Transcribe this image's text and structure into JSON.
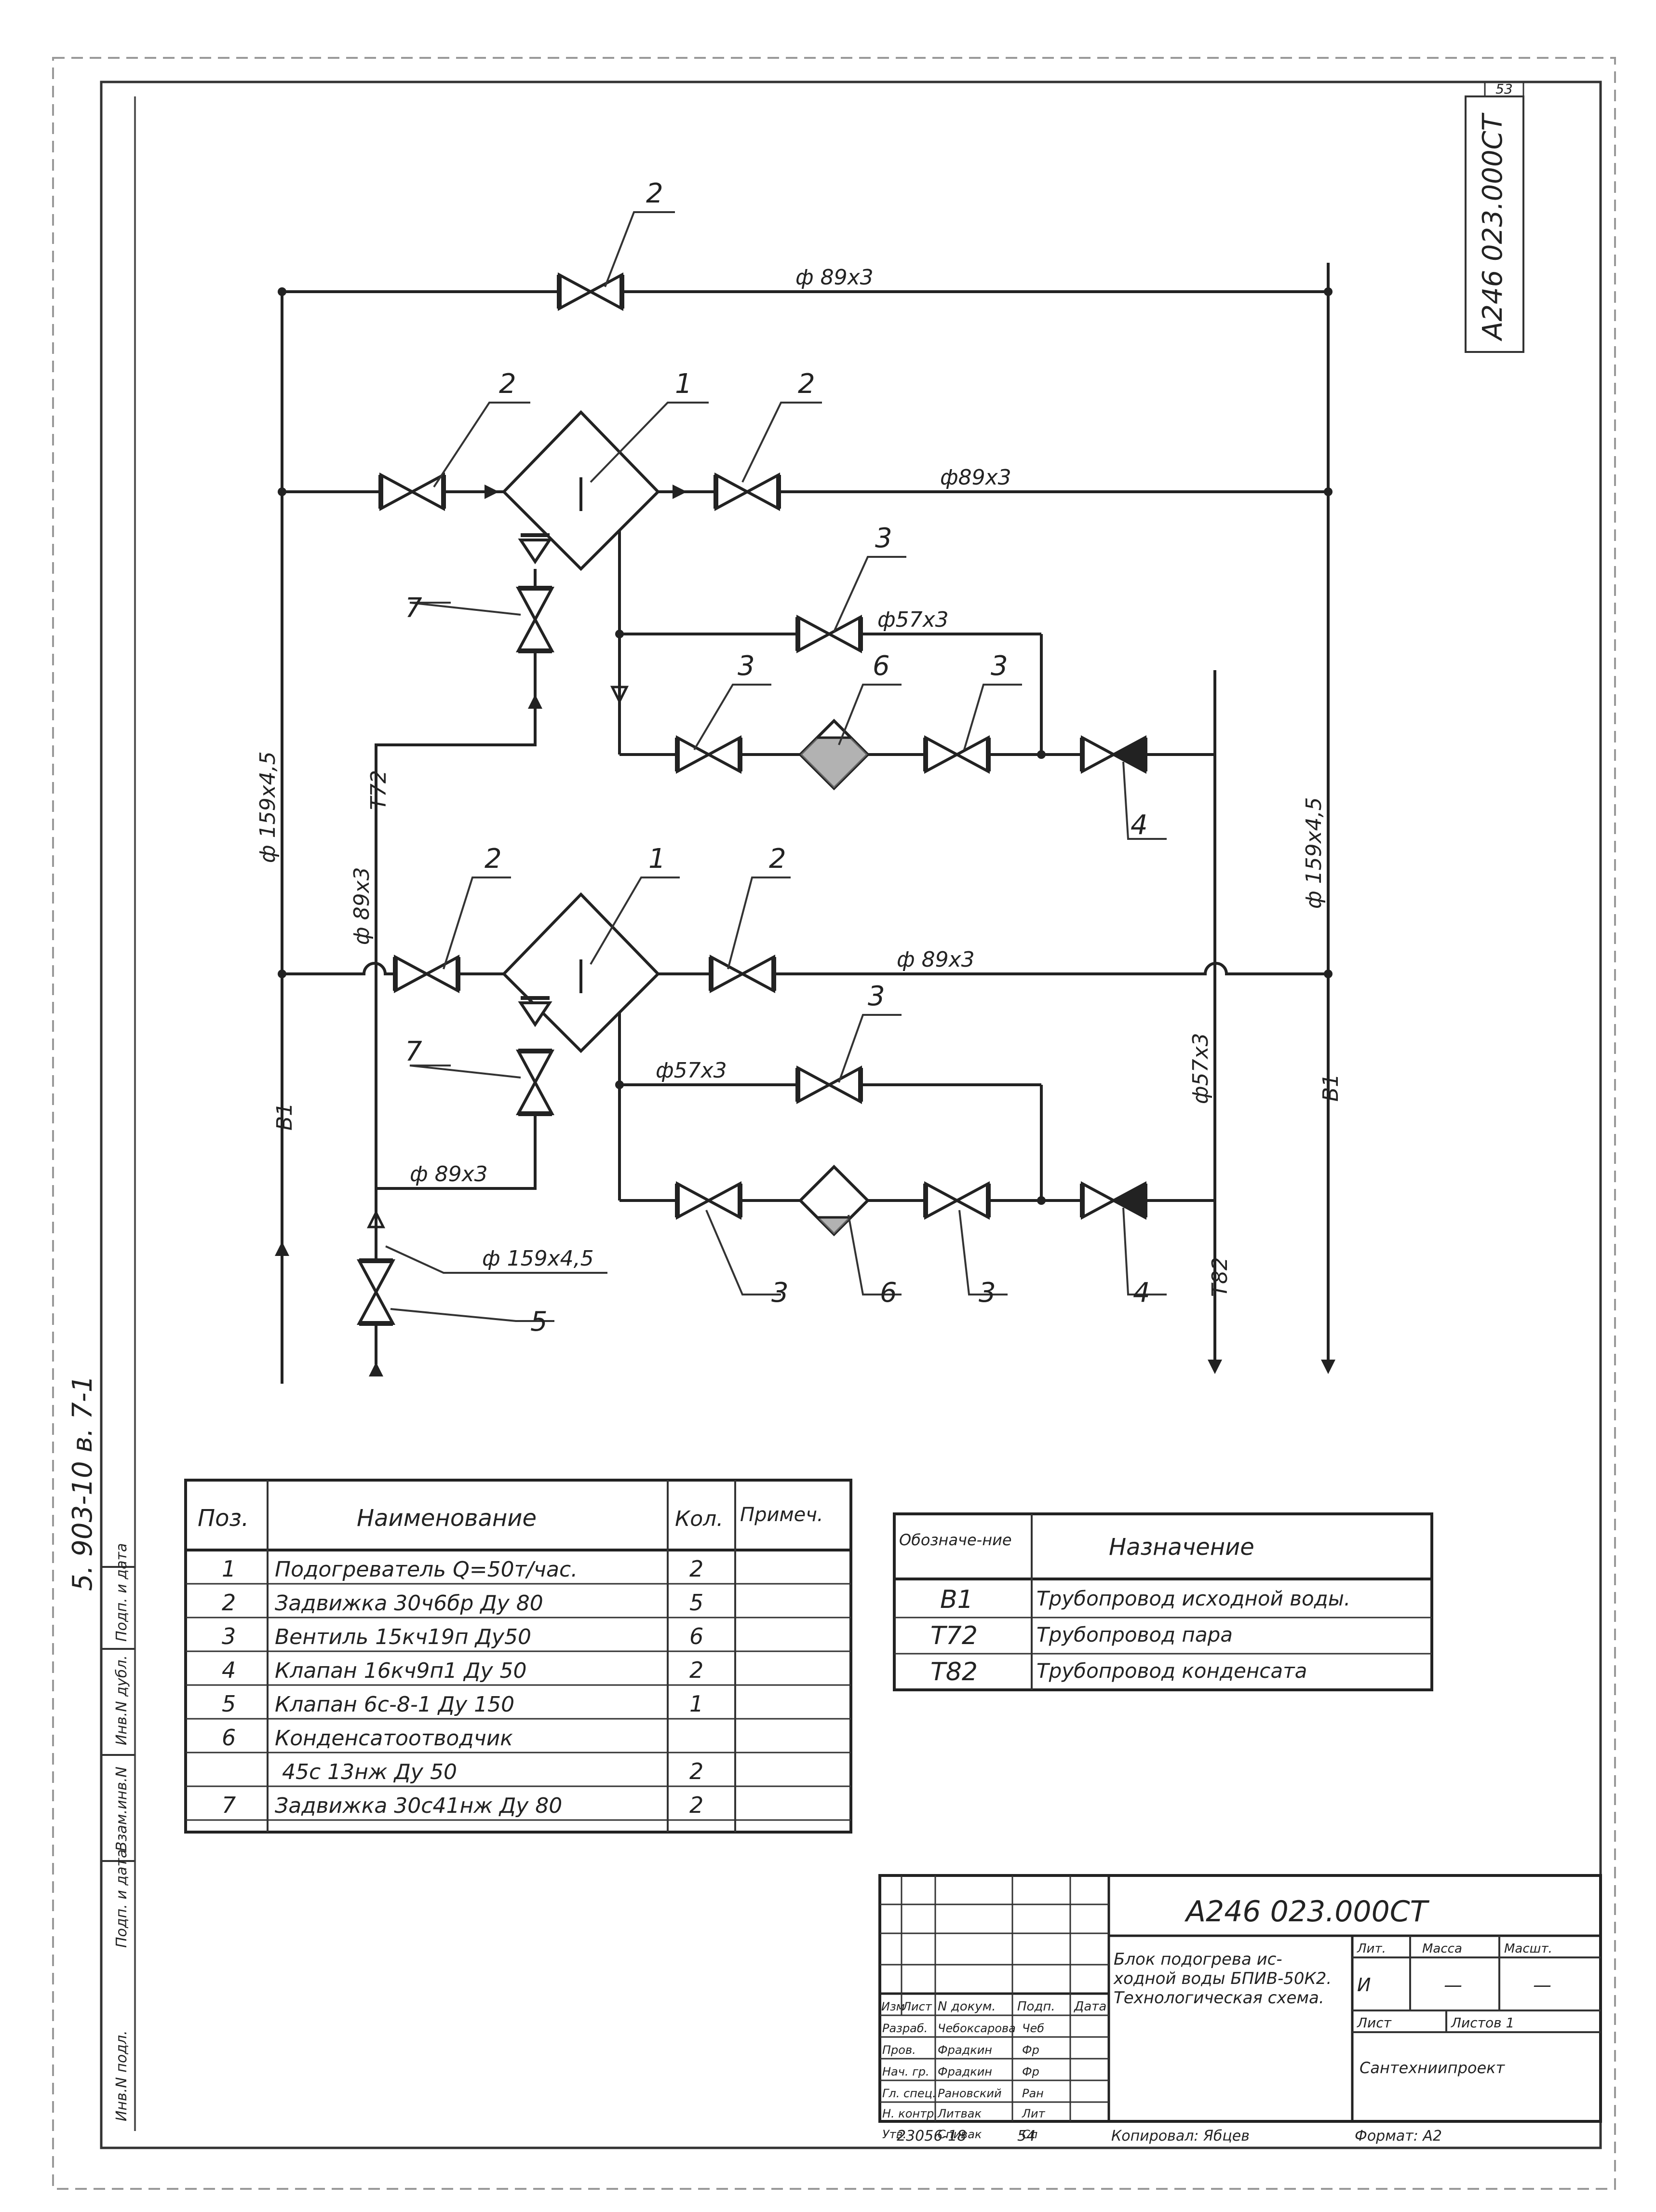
{
  "sheet_number": "53",
  "corner_code": "А246 023.000СТ",
  "left_margin_code": "5. 903-10   в. 7-1",
  "margin_labels": [
    "Инв.N подл.",
    "Подп. и дата",
    "Взам.инв.N",
    "Инв.N дубл.",
    "Подп. и дата"
  ],
  "pipe_labels": {
    "bypass_top": "ф 89х3",
    "hx1_line": "ф89х3",
    "hx1_bypass": "ф57х3",
    "left_main": "ф 159х4,5",
    "right_main": "ф 159х4,5",
    "steam_riser": "Т72",
    "steam_branch": "ф 89х3",
    "hx2_line": "ф 89х3",
    "hx2_bypass": "ф57х3",
    "condensate_riser": "ф57х3",
    "b1_left": "В1",
    "b1_right": "В1",
    "steam_bottom": "ф 89х3",
    "steam_inlet": "ф 159х4,5",
    "t82": "Т82"
  },
  "pos_labels": {
    "p1a": "1",
    "p1b": "1",
    "p2a": "2",
    "p2b": "2",
    "p2c": "2",
    "p2d": "2",
    "p2e": "2",
    "p3a": "3",
    "p3b": "3",
    "p3c": "3",
    "p3d": "3",
    "p3e": "3",
    "p3f": "3",
    "p4a": "4",
    "p4b": "4",
    "p5": "5",
    "p6a": "6",
    "p6b": "6",
    "p7a": "7",
    "p7b": "7"
  },
  "spec_table": {
    "headers": [
      "Поз.",
      "Наименование",
      "Кол.",
      "Примеч."
    ],
    "rows": [
      {
        "pos": "1",
        "name": "Подогреватель Q=50т/час.",
        "qty": "2",
        "note": ""
      },
      {
        "pos": "2",
        "name": "Задвижка 30ч6бр  Ду 80",
        "qty": "5",
        "note": ""
      },
      {
        "pos": "3",
        "name": "Вентиль 15кч19п  Ду50",
        "qty": "6",
        "note": ""
      },
      {
        "pos": "4",
        "name": "Клапан 16кч9п1  Ду 50",
        "qty": "2",
        "note": ""
      },
      {
        "pos": "5",
        "name": "Клапан 6с-8-1  Ду 150",
        "qty": "1",
        "note": ""
      },
      {
        "pos": "6",
        "name": "Конденсатоотводчик",
        "qty": "",
        "note": ""
      },
      {
        "pos": "",
        "name": "45с 13нж  Ду 50",
        "qty": "2",
        "note": ""
      },
      {
        "pos": "7",
        "name": "Задвижка 30с41нж Ду 80",
        "qty": "2",
        "note": ""
      }
    ]
  },
  "legend_table": {
    "headers": [
      "Обозначе-ние",
      "Назначение"
    ],
    "rows": [
      {
        "code": "В1",
        "purpose": "Трубопровод исходной воды."
      },
      {
        "code": "Т72",
        "purpose": "Трубопровод пара"
      },
      {
        "code": "Т82",
        "purpose": "Трубопровод конденсата"
      }
    ]
  },
  "title_block": {
    "doc_code": "А246 023.000СТ",
    "title": [
      "Блок подогрева ис-",
      "ходной воды БПИВ-50К2.",
      "Технологическая схема."
    ],
    "col_headers": [
      "Изм",
      "Лист",
      "N докум.",
      "Подп.",
      "Дата"
    ],
    "signers": [
      {
        "role": "Разраб.",
        "name": "Чебоксарова",
        "sign": "Чеб"
      },
      {
        "role": "Пров.",
        "name": "Фрадкин",
        "sign": "Фр"
      },
      {
        "role": "Нач. гр.",
        "name": "Фрадкин",
        "sign": "Фр"
      },
      {
        "role": "Гл. спец.",
        "name": "Рановский",
        "sign": "Ран"
      },
      {
        "role": "Н. контр.",
        "name": "Литвак",
        "sign": "Лит"
      },
      {
        "role": "Утв.",
        "name": "Спивак",
        "sign": "Сп"
      }
    ],
    "stage_headers": [
      "Лит.",
      "Масса",
      "Масшт."
    ],
    "stage_value": "И",
    "stage_dash1": "—",
    "stage_dash2": "—",
    "sheet_label": "Лист",
    "sheets_label": "Листов 1",
    "organization": "Сантехниипроект"
  },
  "footer": {
    "order": "23056-18",
    "page": "54",
    "copied": "Копировал: Ябцев",
    "format": "Формат: А2"
  }
}
